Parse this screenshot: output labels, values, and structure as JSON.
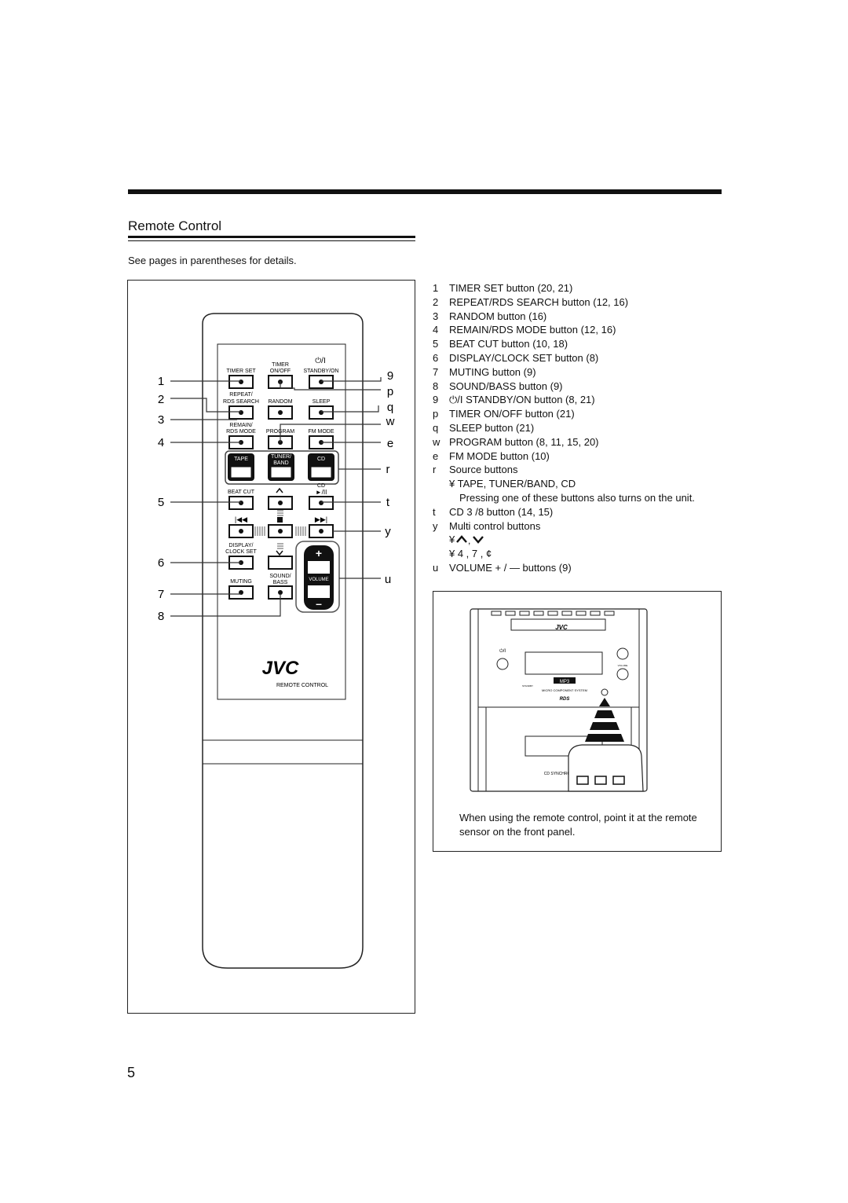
{
  "section_title": "Remote Control",
  "subtitle": "See pages in parentheses for details.",
  "page_number": "5",
  "callouts_left": [
    "1",
    "2",
    "3",
    "4",
    "5",
    "6",
    "7",
    "8"
  ],
  "callouts_right": [
    "9",
    "p",
    "q",
    "w",
    "e",
    "r",
    "t",
    "y",
    "u"
  ],
  "remote": {
    "timer_label": "TIMER",
    "power_symbol": "⏻/I",
    "timer_set": "TIMER SET",
    "on_off": "ON/OFF",
    "standby_on": "STANDBY/ON",
    "repeat": "REPEAT/",
    "rds_search": "RDS SEARCH",
    "random": "RANDOM",
    "sleep": "SLEEP",
    "remain": "REMAIN/",
    "rds_mode": "RDS MODE",
    "program": "PROGRAM",
    "fm_mode": "FM MODE",
    "tape": "TAPE",
    "tuner": "TUNER/",
    "band": "BAND",
    "cd": "CD",
    "cd_play_label": "CD",
    "play_pause": "►/II",
    "beat_cut": "BEAT CUT",
    "display": "DISPLAY/",
    "clock_set": "CLOCK SET",
    "muting": "MUTING",
    "sound": "SOUND/",
    "bass": "BASS",
    "volume": "VOLUME",
    "plus": "+",
    "minus": "–",
    "brand": "JVC",
    "remote_control": "REMOTE CONTROL"
  },
  "items": [
    {
      "key": "1",
      "text": "TIMER SET button (20, 21)"
    },
    {
      "key": "2",
      "text": "REPEAT/RDS SEARCH button (12, 16)"
    },
    {
      "key": "3",
      "text": "RANDOM button (16)"
    },
    {
      "key": "4",
      "text": "REMAIN/RDS MODE button (12, 16)"
    },
    {
      "key": "5",
      "text": "BEAT CUT button (10, 18)"
    },
    {
      "key": "6",
      "text": "DISPLAY/CLOCK SET button (8)"
    },
    {
      "key": "7",
      "text": "MUTING button (9)"
    },
    {
      "key": "8",
      "text": "SOUND/BASS button (9)"
    },
    {
      "key": "9",
      "text": "⏻/I STANDBY/ON button (8, 21)"
    },
    {
      "key": "p",
      "text": "TIMER ON/OFF button (21)"
    },
    {
      "key": "q",
      "text": "SLEEP button (21)"
    },
    {
      "key": "w",
      "text": "PROGRAM button (8, 11, 15, 20)"
    },
    {
      "key": "e",
      "text": "FM MODE button (10)"
    },
    {
      "key": "r",
      "text": "Source buttons"
    }
  ],
  "source_sub": "¥ TAPE, TUNER/BAND, CD",
  "source_note": "Pressing one of these buttons also turns on the unit.",
  "item_t": {
    "key": "t",
    "text": "CD 3 /8 button (14, 15)"
  },
  "item_y": {
    "key": "y",
    "text": "Multi control buttons"
  },
  "multi_sub1": "¥",
  "multi_sub2": "¥ 4    , 7 , ¢",
  "item_u": {
    "key": "u",
    "text": "VOLUME + / — buttons (9)"
  },
  "unit": {
    "brand": "JVC",
    "power": "⏻/I",
    "standby": "STANDBY",
    "volume": "VOLUME",
    "mp3": "MP3",
    "micro": "MICRO COMPONENT SYSTEM",
    "rds": "RDS",
    "cd_synchro": "CD SYNCHRO I"
  },
  "caption": "When using the remote control, point it at the remote sensor on the front panel."
}
